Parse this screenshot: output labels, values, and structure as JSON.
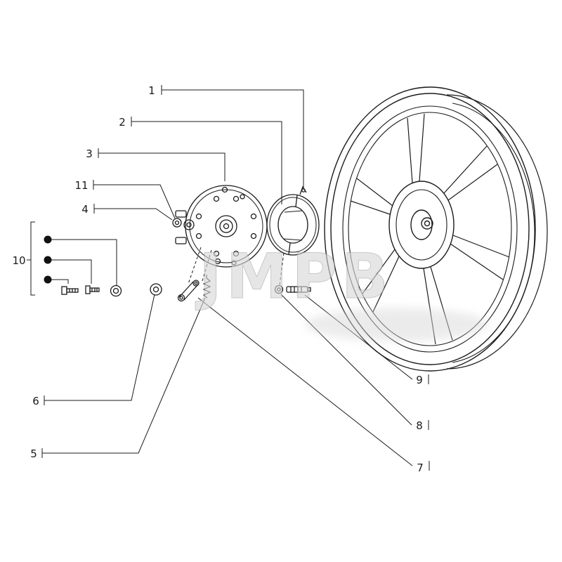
{
  "figure": {
    "watermark": "JMPB",
    "callouts": [
      {
        "label": "1"
      },
      {
        "label": "2"
      },
      {
        "label": "3"
      },
      {
        "label": "11"
      },
      {
        "label": "4"
      },
      {
        "label": "10"
      },
      {
        "label": "6"
      },
      {
        "label": "5"
      },
      {
        "label": "9"
      },
      {
        "label": "8"
      },
      {
        "label": "7"
      }
    ]
  }
}
